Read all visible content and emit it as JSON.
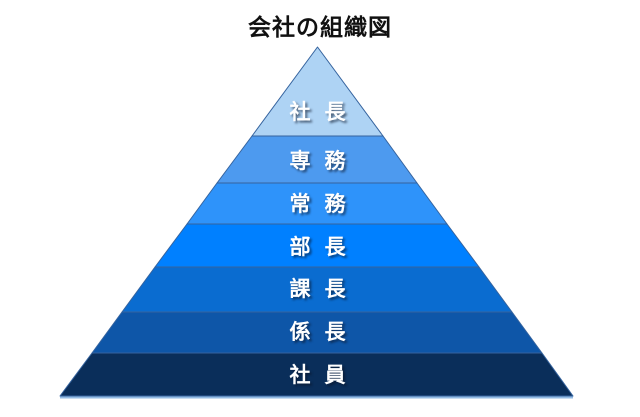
{
  "title": "会社の組織図",
  "pyramid": {
    "levels": [
      {
        "label": "社長",
        "color": "#AED3F4"
      },
      {
        "label": "専務",
        "color": "#4D9AEF"
      },
      {
        "label": "常務",
        "color": "#2E93FA"
      },
      {
        "label": "部長",
        "color": "#0080FF"
      },
      {
        "label": "課長",
        "color": "#0A6CD0"
      },
      {
        "label": "係長",
        "color": "#0E56A8"
      },
      {
        "label": "社員",
        "color": "#0A2E5A"
      }
    ]
  }
}
